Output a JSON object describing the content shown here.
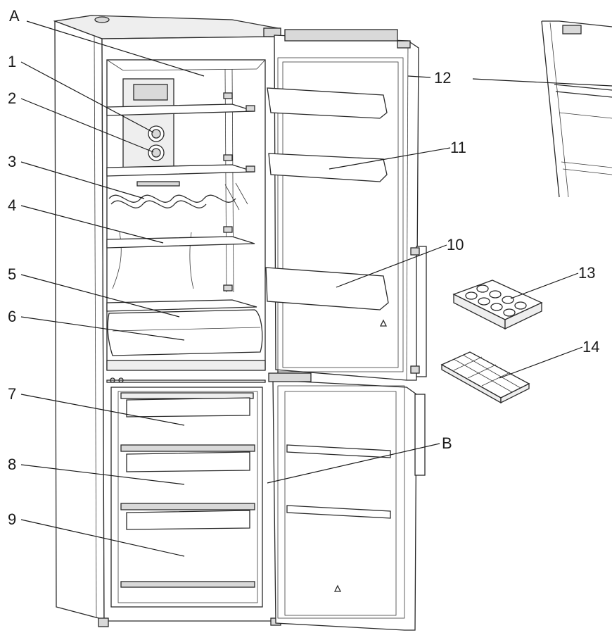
{
  "labels": [
    "A",
    "1",
    "2",
    "3",
    "4",
    "5",
    "6",
    "7",
    "8",
    "9",
    "10",
    "11",
    "12",
    "13",
    "14",
    "B"
  ]
}
